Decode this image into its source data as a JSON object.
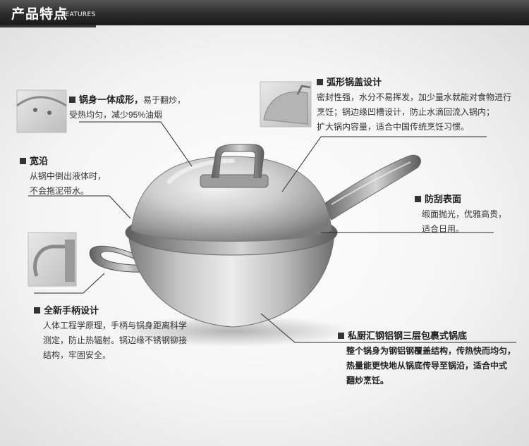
{
  "header": {
    "title": "产品特点",
    "subtitle": "FEATURES"
  },
  "features": {
    "body": {
      "title": "锅身一体成形，",
      "inline": "易于翻炒，",
      "lines": [
        "受热均匀，减少95%油烟"
      ]
    },
    "lid": {
      "title": "弧形锅盖设计",
      "lines": [
        "密封性强，水分不易挥发，加少量水就能对食物进行",
        "烹饪；锅边缘凹槽设计，防止水滴回流入锅内；",
        "扩大锅内容量，适合中国传统烹饪习惯。"
      ]
    },
    "rim": {
      "title": "宽沿",
      "lines": [
        "从锅中倒出液体时，",
        "不会拖泥带水。"
      ]
    },
    "surface": {
      "title": "防刮表面",
      "lines": [
        "缎面抛光，优雅高贵，",
        "适合日用。"
      ]
    },
    "handle": {
      "title": "全新手柄设计",
      "lines": [
        "人体工程学原理，手柄与锅身距离科学",
        "测定，防止热辐射。锅边缘不锈钢铆接",
        "结构，牢固安全。"
      ]
    },
    "base": {
      "title": "私厨汇钢铝钢三层包裹式锅底",
      "lines": [
        "整个锅身为钢铝钢覆盖结构，传热快而均匀，",
        "热量能更快地从锅底传导至锅沿，适合中式",
        "翻炒烹饪。"
      ]
    }
  }
}
